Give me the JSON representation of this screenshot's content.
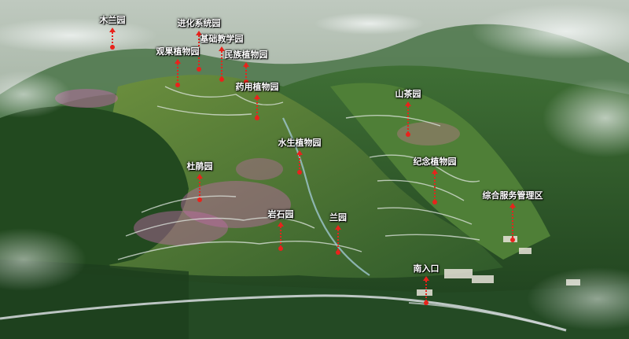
{
  "title": "",
  "colors": {
    "marker": "#e8231c",
    "label": "#ffffff",
    "sky": "#c9d3c8",
    "forest": "#2d5a2a",
    "blossom": "#c06aa8",
    "road": "#d8dde0"
  },
  "icons": {
    "marker": "red-dotted-arrow-pin-icon"
  },
  "places": [
    {
      "id": "mulan",
      "label": "木兰园"
    },
    {
      "id": "evolution",
      "label": "进化系统园"
    },
    {
      "id": "teaching",
      "label": "基础教学园"
    },
    {
      "id": "fruit",
      "label": "观果植物园"
    },
    {
      "id": "ethnic",
      "label": "民族植物园"
    },
    {
      "id": "medicinal",
      "label": "药用植物园"
    },
    {
      "id": "camellia",
      "label": "山茶园"
    },
    {
      "id": "aquatic",
      "label": "水生植物园"
    },
    {
      "id": "rhododendron",
      "label": "杜鹃园"
    },
    {
      "id": "memorial",
      "label": "纪念植物园"
    },
    {
      "id": "service",
      "label": "综合服务管理区"
    },
    {
      "id": "rockery",
      "label": "岩石园"
    },
    {
      "id": "orchid",
      "label": "兰园"
    },
    {
      "id": "south-gate",
      "label": "南入口"
    }
  ]
}
